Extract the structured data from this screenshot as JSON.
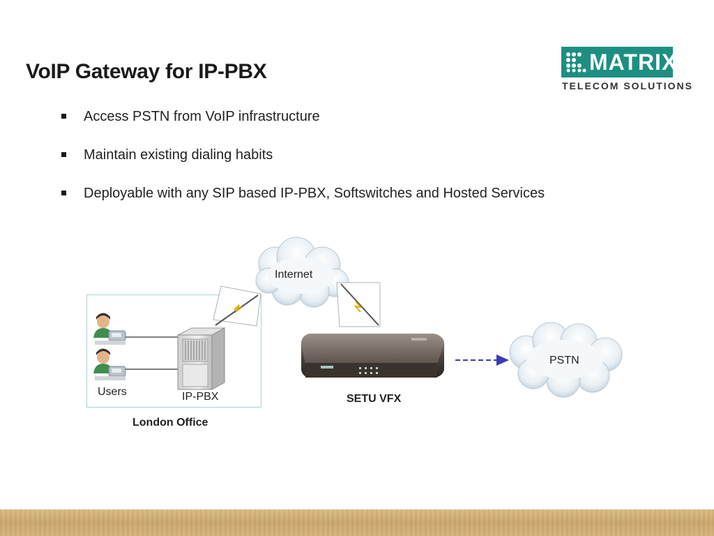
{
  "slide": {
    "title": "VoIP Gateway for IP-PBX",
    "bullets": [
      "Access PSTN from VoIP infrastructure",
      "Maintain existing dialing habits",
      "Deployable with any SIP based IP-PBX, Softswitches and Hosted Services"
    ]
  },
  "logo": {
    "wordmark": "MATRIX",
    "tagline": "TELECOM SOLUTIONS",
    "brand_color": "#1d8f82"
  },
  "diagram": {
    "internet_label": "Internet",
    "pstn_label": "PSTN",
    "users_label": "Users",
    "ipbx_label": "IP-PBX",
    "gateway_label": "SETU VFX",
    "office_label": "London Office",
    "box_color": "#a8d4d8",
    "arrow_color": "#3b3bb0",
    "icons": [
      "cloud-icon",
      "user-phone-icon",
      "pbx-cabinet-icon",
      "gateway-device-icon",
      "wireless-link-icon"
    ]
  }
}
